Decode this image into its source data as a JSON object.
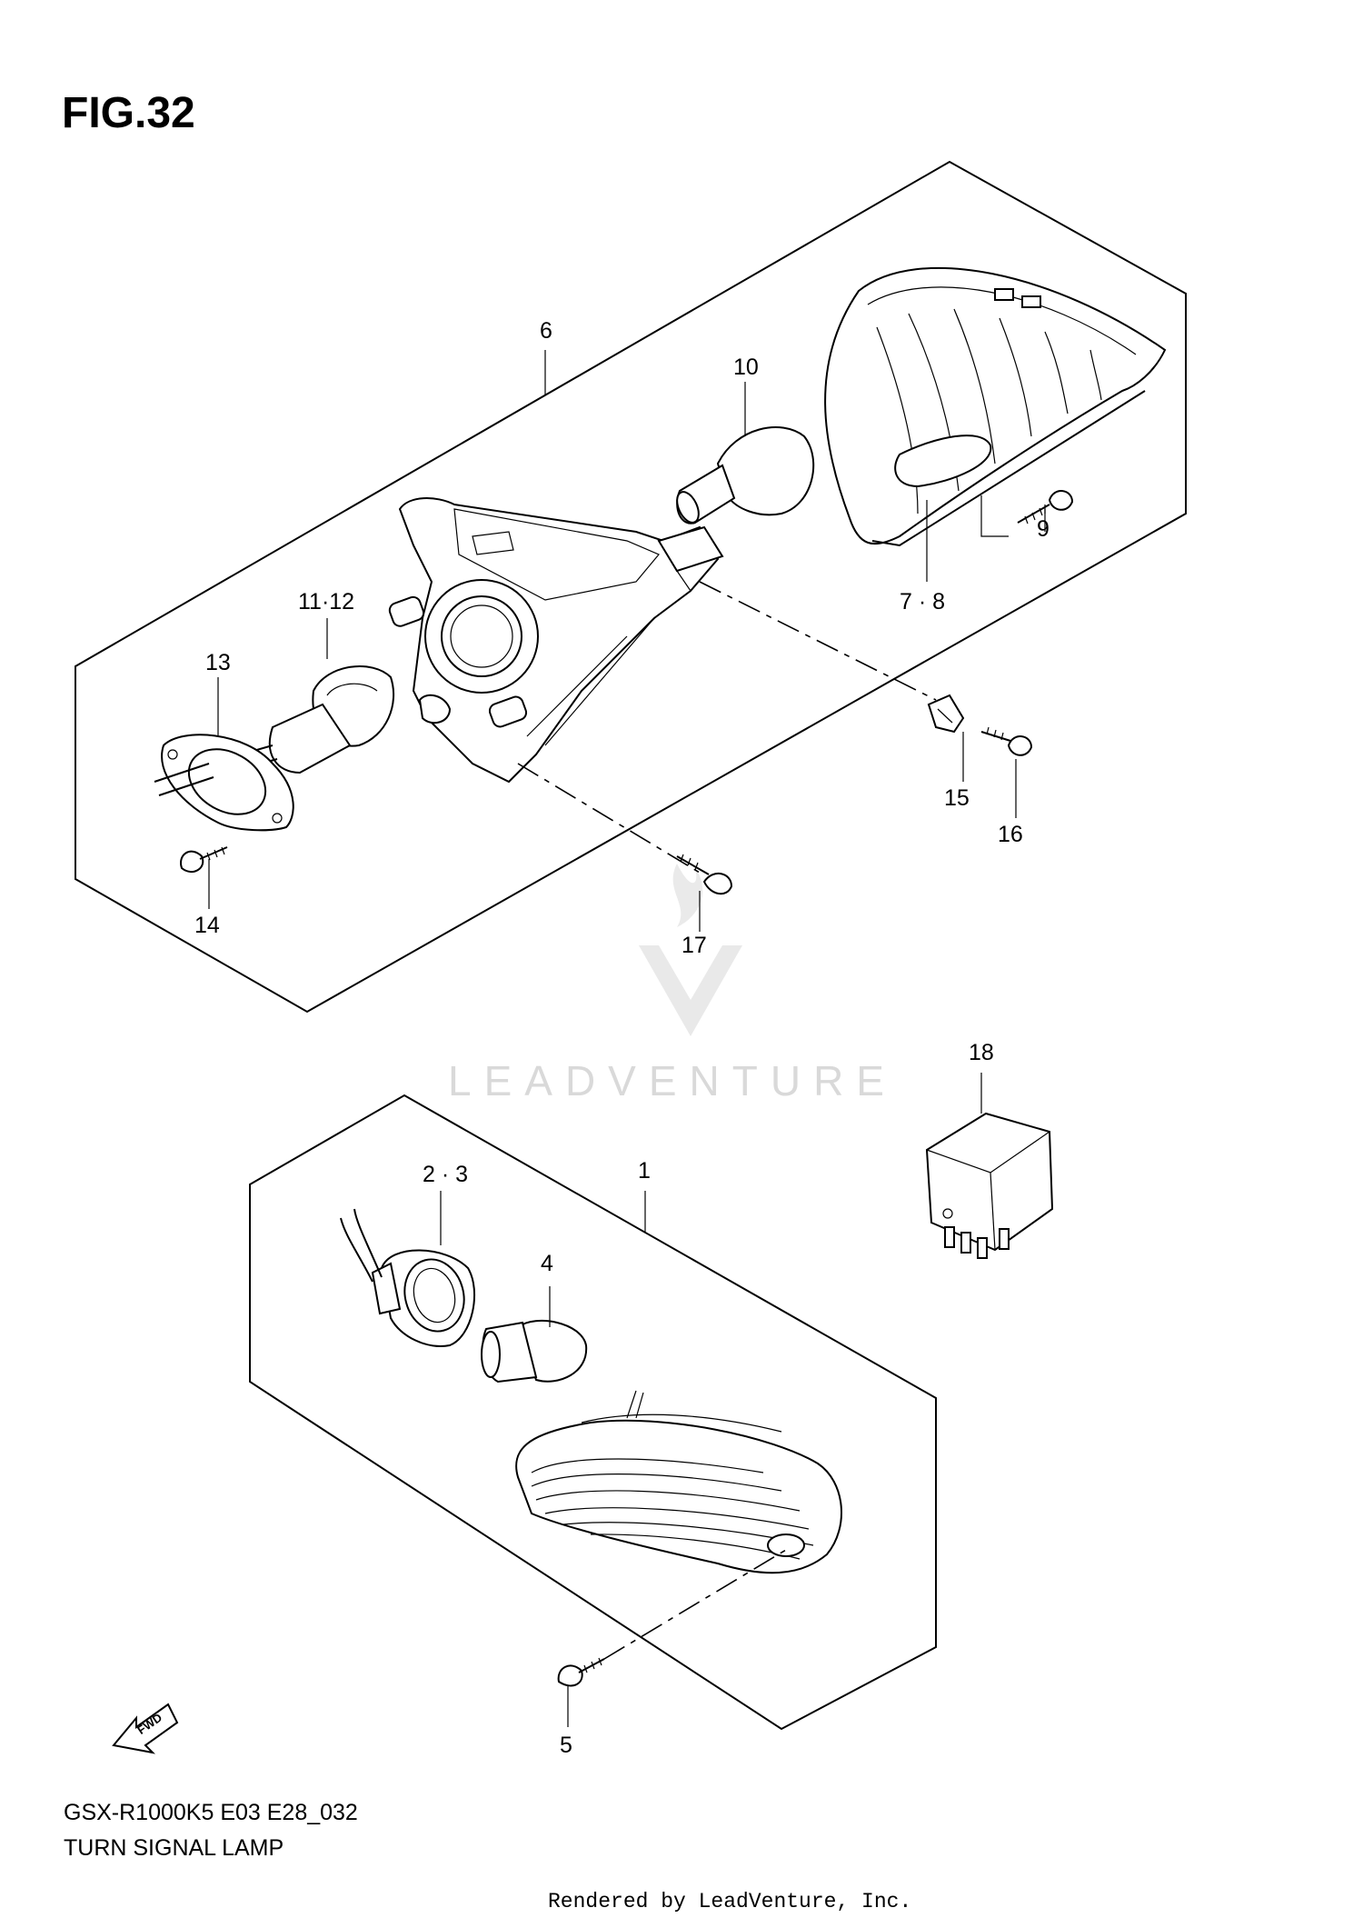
{
  "figure_title": "FIG.32",
  "model_code": "GSX-R1000K5 E03 E28_032",
  "section_title": "TURN SIGNAL LAMP",
  "rendered_by": "Rendered by LeadVenture, Inc.",
  "watermark_text": "LEADVENTURE",
  "fwd_arrow_label": "FWD",
  "callouts": {
    "c1": "1",
    "c23": "2 · 3",
    "c4": "4",
    "c5": "5",
    "c6": "6",
    "c78": "7 · 8",
    "c9": "9",
    "c10": "10",
    "c1112": "11·12",
    "c13": "13",
    "c14": "14",
    "c15": "15",
    "c16": "16",
    "c17": "17",
    "c18": "18"
  }
}
